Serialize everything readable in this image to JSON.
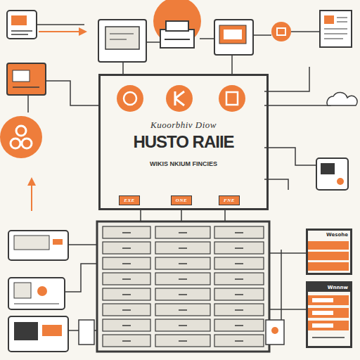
{
  "diagram": {
    "nodes": [
      {
        "text": [
          "Kuoorbhiv Diow",
          "HUSTO RAIIE",
          "WIKIS NKIUM FINCIES"
        ]
      },
      {
        "text": [
          "EXE"
        ],
        "in": 0
      },
      {
        "text": [
          "ONE"
        ],
        "in": 0
      },
      {
        "text": [
          "FNE"
        ],
        "in": 0
      },
      {
        "text": [
          "Wesohe"
        ]
      },
      {
        "text": [
          "Wnnnw"
        ]
      }
    ]
  }
}
